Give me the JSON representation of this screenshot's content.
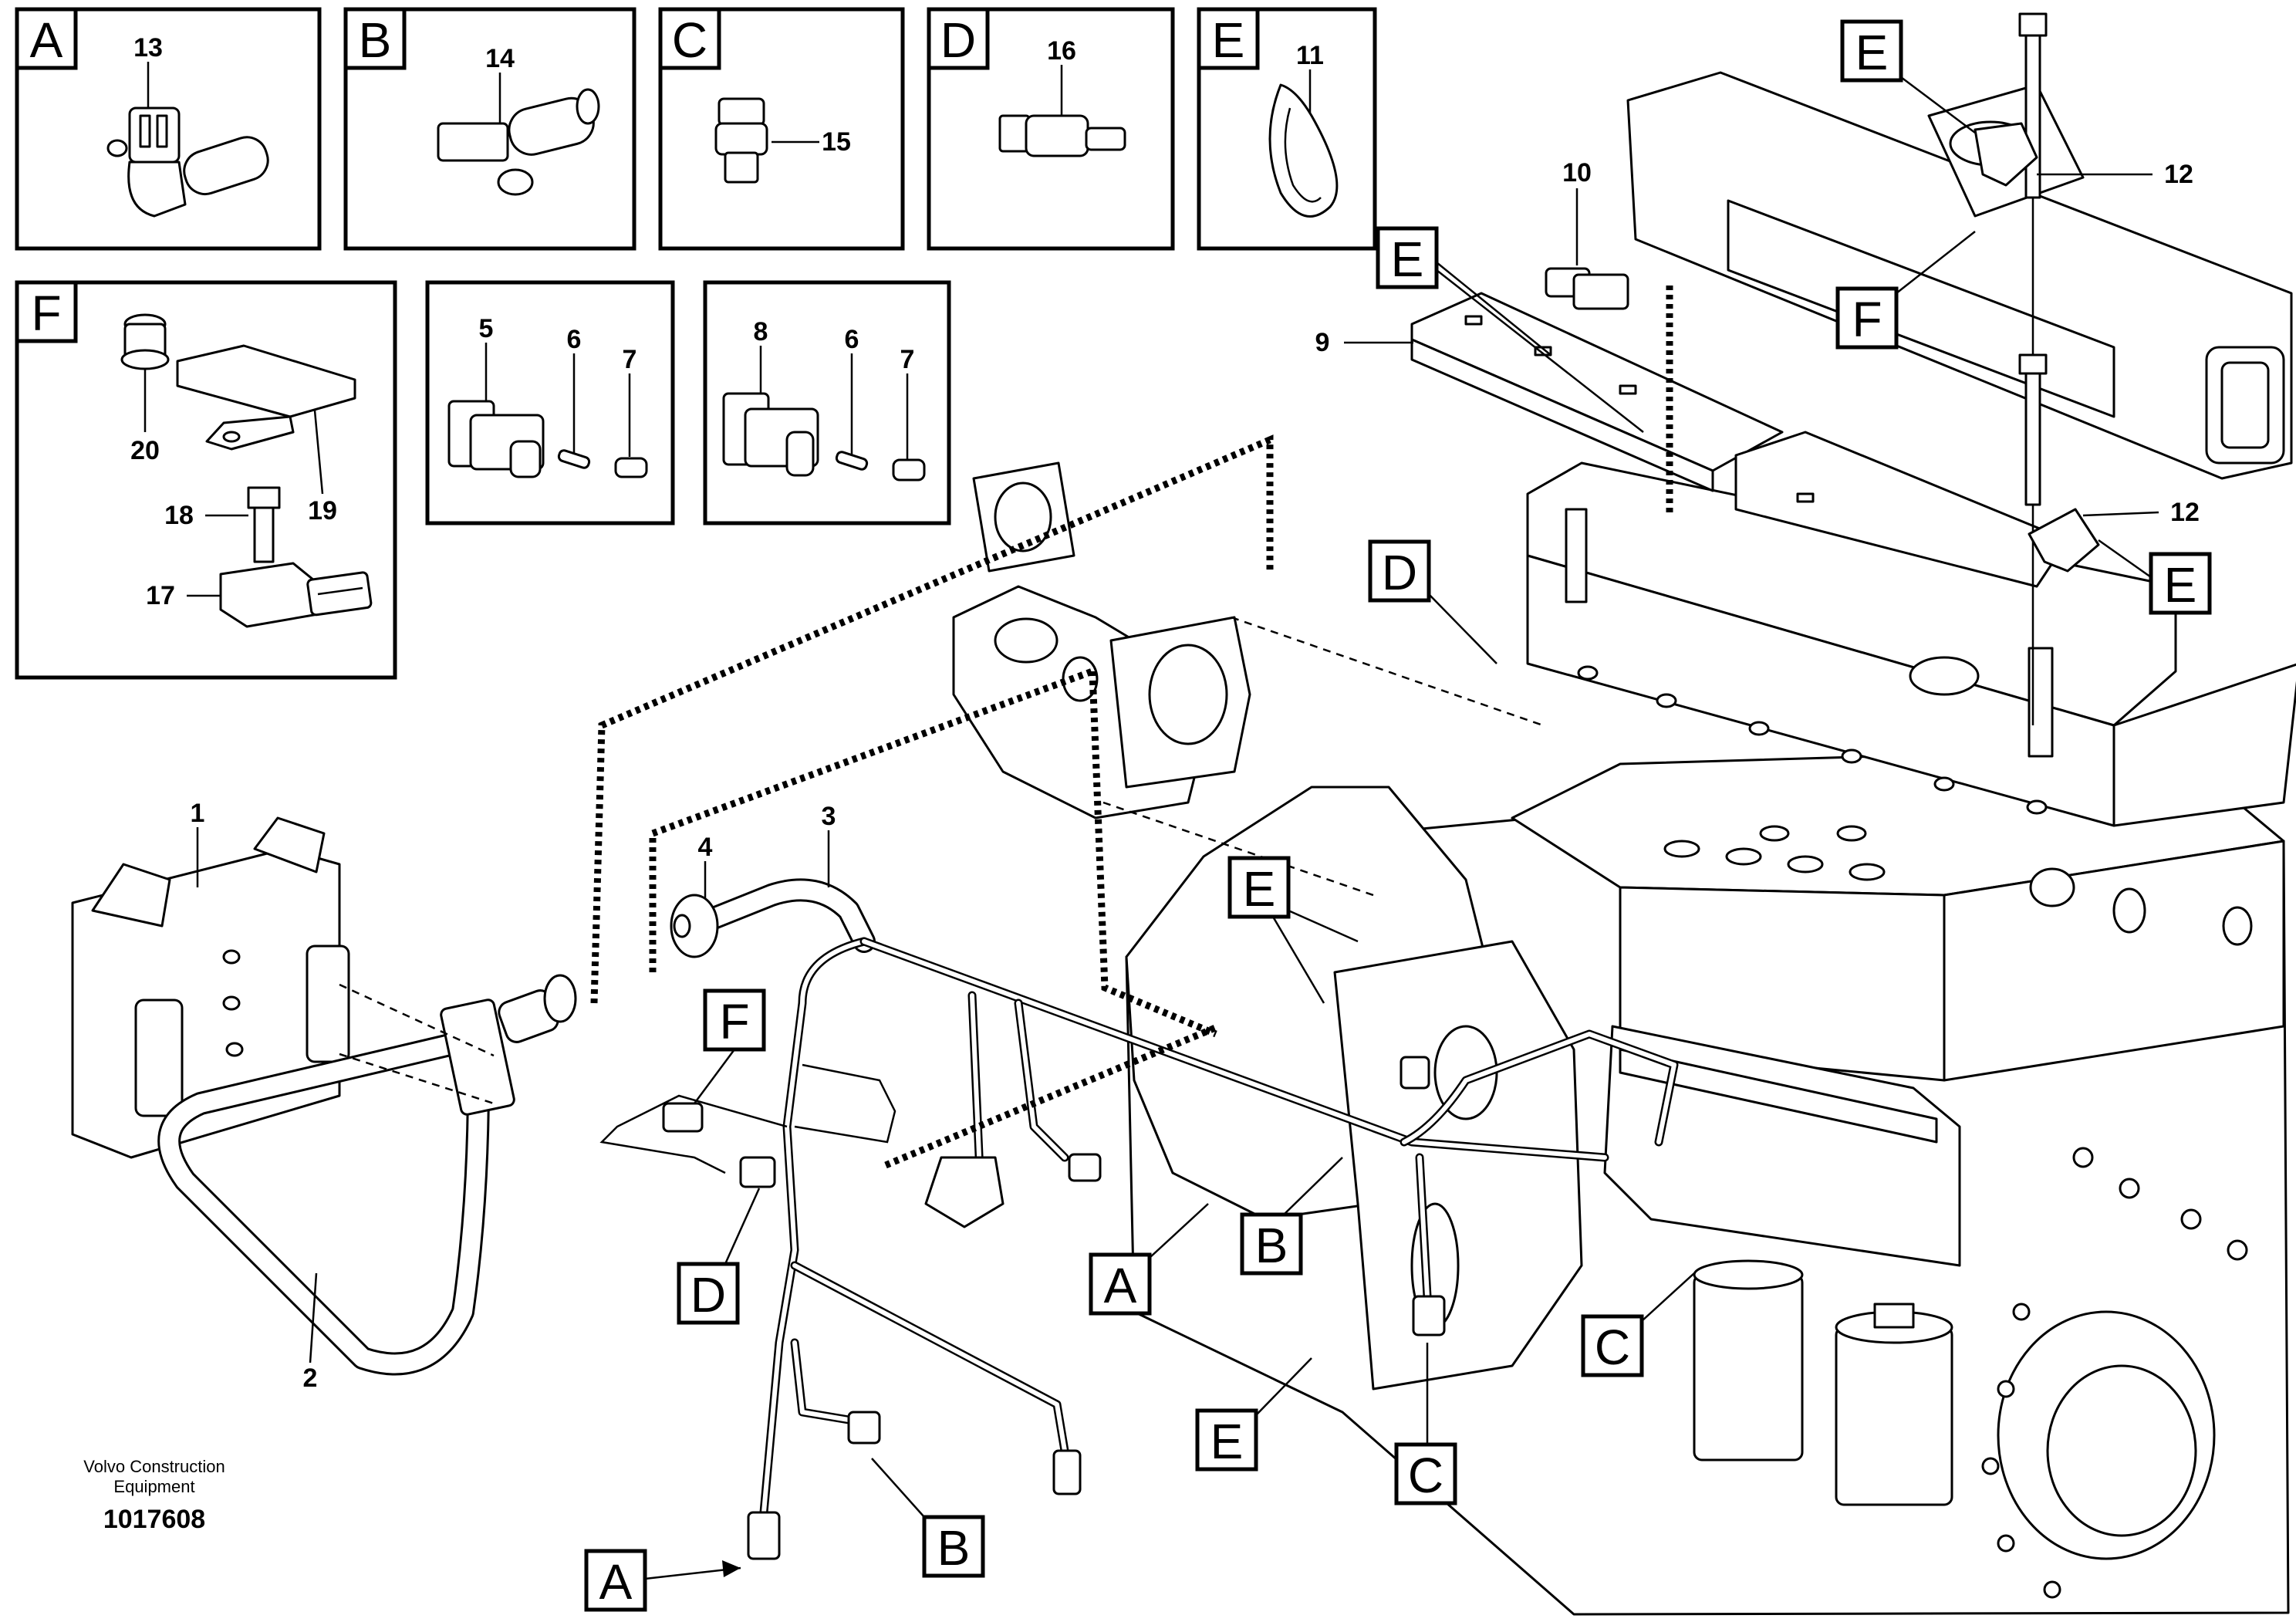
{
  "footer": {
    "brand_line1": "Volvo Construction",
    "brand_line2": "Equipment",
    "drawing_number": "1017608"
  },
  "detail_boxes": [
    {
      "letter": "A",
      "parts": [
        "13"
      ]
    },
    {
      "letter": "B",
      "parts": [
        "14"
      ]
    },
    {
      "letter": "C",
      "parts": [
        "15"
      ]
    },
    {
      "letter": "D",
      "parts": [
        "16"
      ]
    },
    {
      "letter": "E",
      "parts": [
        "11"
      ]
    },
    {
      "letter": "F",
      "parts": [
        "20",
        "19",
        "18",
        "17"
      ]
    },
    {
      "letter": "",
      "parts": [
        "5",
        "6",
        "7"
      ]
    },
    {
      "letter": "",
      "parts": [
        "8",
        "6",
        "7"
      ]
    }
  ],
  "part_numbers": {
    "p1": "1",
    "p2": "2",
    "p3": "3",
    "p4": "4",
    "p5": "5",
    "p6a": "6",
    "p7a": "7",
    "p8": "8",
    "p6b": "6",
    "p7b": "7",
    "p9": "9",
    "p10": "10",
    "p11": "11",
    "p12a": "12",
    "p12b": "12",
    "p13": "13",
    "p14": "14",
    "p15": "15",
    "p16": "16",
    "p17": "17",
    "p18": "18",
    "p19": "19",
    "p20": "20"
  },
  "callouts": {
    "A1": "A",
    "A2": "A",
    "B1": "B",
    "B2": "B",
    "C1": "C",
    "C2": "C",
    "D1": "D",
    "D2": "D",
    "E1": "E",
    "E2": "E",
    "E3": "E",
    "E4": "E",
    "E5": "E",
    "F1": "F",
    "F2": "F"
  }
}
